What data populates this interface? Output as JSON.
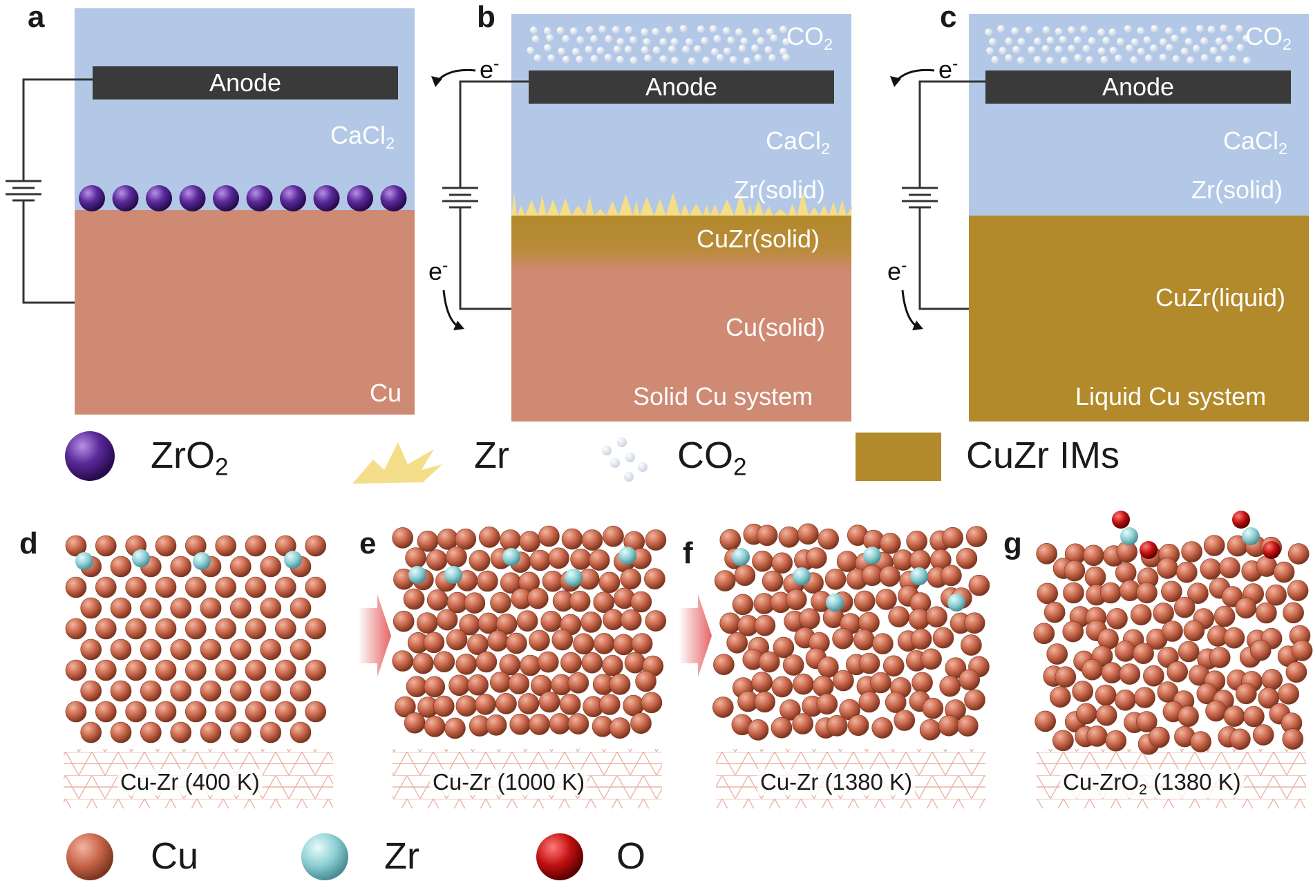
{
  "panels": {
    "a": {
      "letter": "a",
      "anode": "Anode",
      "electrolyte": "CaCl",
      "electrolyte_sub": "2",
      "bottom": "Cu"
    },
    "b": {
      "letter": "b",
      "anode": "Anode",
      "gas": "CO",
      "gas_sub": "2",
      "electrolyte": "CaCl",
      "electrolyte_sub": "2",
      "zr_layer": "Zr(solid)",
      "alloy_layer": "CuZr(solid)",
      "metal": "Cu(solid)",
      "system": "Solid Cu system",
      "electron_top": "e",
      "electron_bottom": "e",
      "electron_sup": "-"
    },
    "c": {
      "letter": "c",
      "anode": "Anode",
      "gas": "CO",
      "gas_sub": "2",
      "electrolyte": "CaCl",
      "electrolyte_sub": "2",
      "zr_layer": "Zr(solid)",
      "alloy_layer": "CuZr(liquid)",
      "system": "Liquid Cu system",
      "electron_top": "e",
      "electron_bottom": "e",
      "electron_sup": "-"
    }
  },
  "legend_top": [
    {
      "label": "ZrO",
      "sub": "2"
    },
    {
      "label": "Zr",
      "sub": ""
    },
    {
      "label": "CO",
      "sub": "2"
    },
    {
      "label": "CuZr IMs",
      "sub": ""
    }
  ],
  "sim_panels": [
    {
      "letter": "d",
      "caption": "Cu-Zr (400 K)",
      "caption_pre": "",
      "caption_sub": "",
      "caption_post": ""
    },
    {
      "letter": "e",
      "caption": "Cu-Zr (1000 K)",
      "caption_pre": "",
      "caption_sub": "",
      "caption_post": ""
    },
    {
      "letter": "f",
      "caption": "Cu-Zr (1380 K)",
      "caption_pre": "",
      "caption_sub": "",
      "caption_post": ""
    },
    {
      "letter": "g",
      "caption": "",
      "caption_pre": "Cu-ZrO",
      "caption_sub": "2",
      "caption_post": " (1380 K)"
    }
  ],
  "legend_bottom": [
    {
      "label": "Cu"
    },
    {
      "label": "Zr"
    },
    {
      "label": "O"
    }
  ],
  "colors": {
    "electrolyte": "#b3c8e6",
    "copper": "#cf8a73",
    "cuzr": "#b28a2b",
    "zr": "#f5de8a",
    "anode": "#3a3a3a",
    "zro2": "#5a2a9a",
    "cu_atom": "#c8664a",
    "zr_atom": "#8fd0d4",
    "o_atom": "#c01010",
    "arrow": "#e25555"
  }
}
